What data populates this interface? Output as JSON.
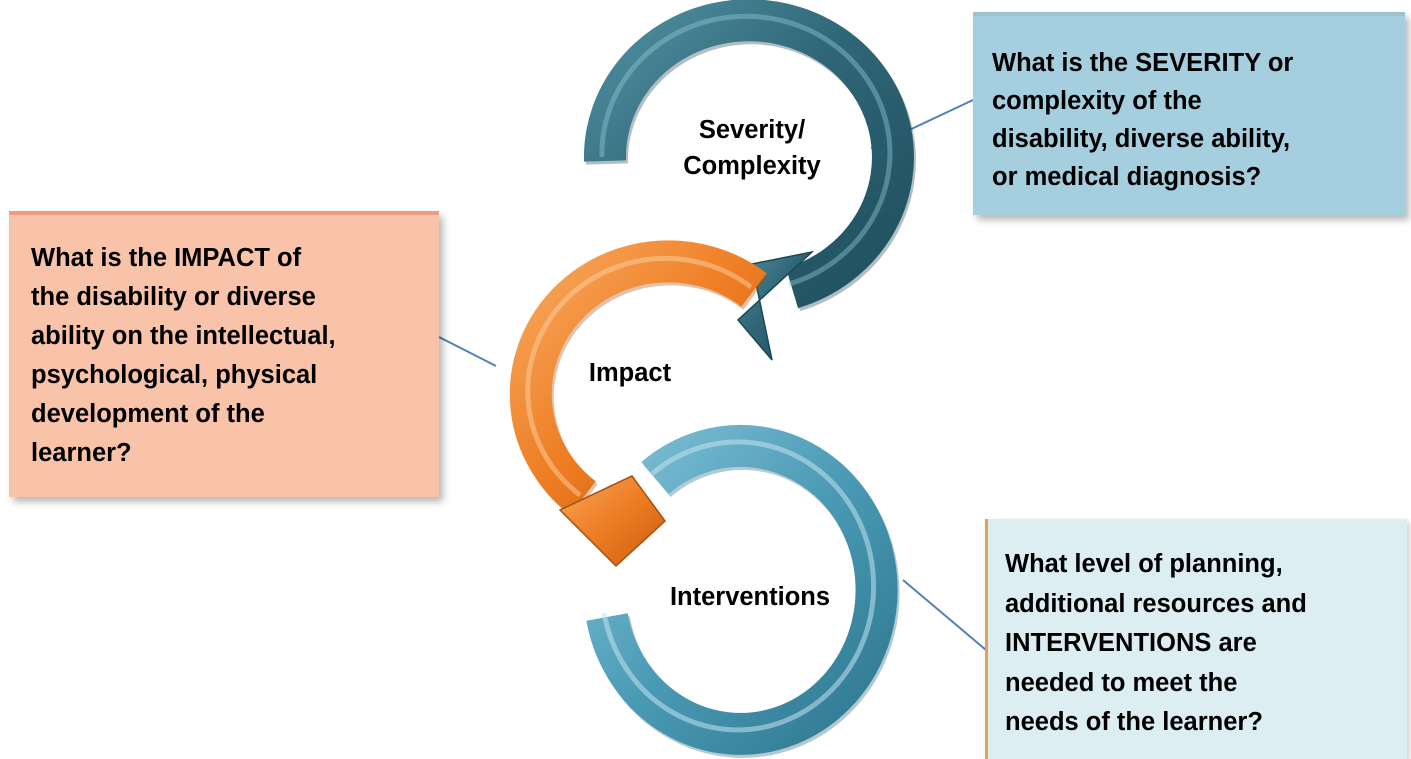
{
  "colors": {
    "severity_arrow": "#2f6677",
    "impact_arrow": "#ee7c22",
    "interventions_arrow": "#4a9ab5",
    "severity_box": "#a5cede",
    "impact_box": "#f8c3a9",
    "interventions_box": "#ddeef3",
    "connector_line": "#4f81bd"
  },
  "stages": [
    {
      "id": "severity",
      "label": "Severity/\nComplexity"
    },
    {
      "id": "impact",
      "label": "Impact"
    },
    {
      "id": "interventions",
      "label": "Interventions"
    }
  ],
  "callouts": {
    "severity": "What is the SEVERITY or\ncomplexity of the\ndisability, diverse ability,\nor medical diagnosis?",
    "impact": "What is the IMPACT of\nthe disability or diverse\nability on the intellectual,\npsychological, physical\ndevelopment of the\nlearner?",
    "interventions": "What level of planning,\nadditional resources and\nINTERVENTIONS are\nneeded to meet the\nneeds of the learner?"
  }
}
